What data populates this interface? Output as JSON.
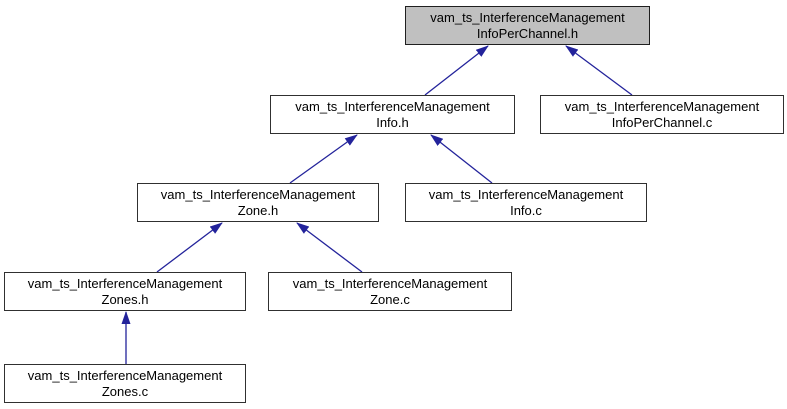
{
  "diagram": {
    "type": "include-dependency-graph",
    "nodes": [
      {
        "id": "infoperchannel_h",
        "label": "vam_ts_InterferenceManagement\nInfoPerChannel.h",
        "highlighted": true
      },
      {
        "id": "info_h",
        "label": "vam_ts_InterferenceManagement\nInfo.h",
        "highlighted": false
      },
      {
        "id": "infoperchannel_c",
        "label": "vam_ts_InterferenceManagement\nInfoPerChannel.c",
        "highlighted": false
      },
      {
        "id": "zone_h",
        "label": "vam_ts_InterferenceManagement\nZone.h",
        "highlighted": false
      },
      {
        "id": "info_c",
        "label": "vam_ts_InterferenceManagement\nInfo.c",
        "highlighted": false
      },
      {
        "id": "zones_h",
        "label": "vam_ts_InterferenceManagement\nZones.h",
        "highlighted": false
      },
      {
        "id": "zone_c",
        "label": "vam_ts_InterferenceManagement\nZone.c",
        "highlighted": false
      },
      {
        "id": "zones_c",
        "label": "vam_ts_InterferenceManagement\nZones.c",
        "highlighted": false
      }
    ],
    "edges": [
      {
        "from": "info_h",
        "to": "infoperchannel_h"
      },
      {
        "from": "infoperchannel_c",
        "to": "infoperchannel_h"
      },
      {
        "from": "zone_h",
        "to": "info_h"
      },
      {
        "from": "info_c",
        "to": "info_h"
      },
      {
        "from": "zones_h",
        "to": "zone_h"
      },
      {
        "from": "zone_c",
        "to": "zone_h"
      },
      {
        "from": "zones_c",
        "to": "zones_h"
      }
    ],
    "colors": {
      "edge": "#23239b",
      "node-fill": "#ffffff",
      "node-border": "#303030",
      "highlight-fill": "#c0c0c0",
      "highlight-border": "#1f1f1f",
      "background": "#ffffff"
    }
  }
}
